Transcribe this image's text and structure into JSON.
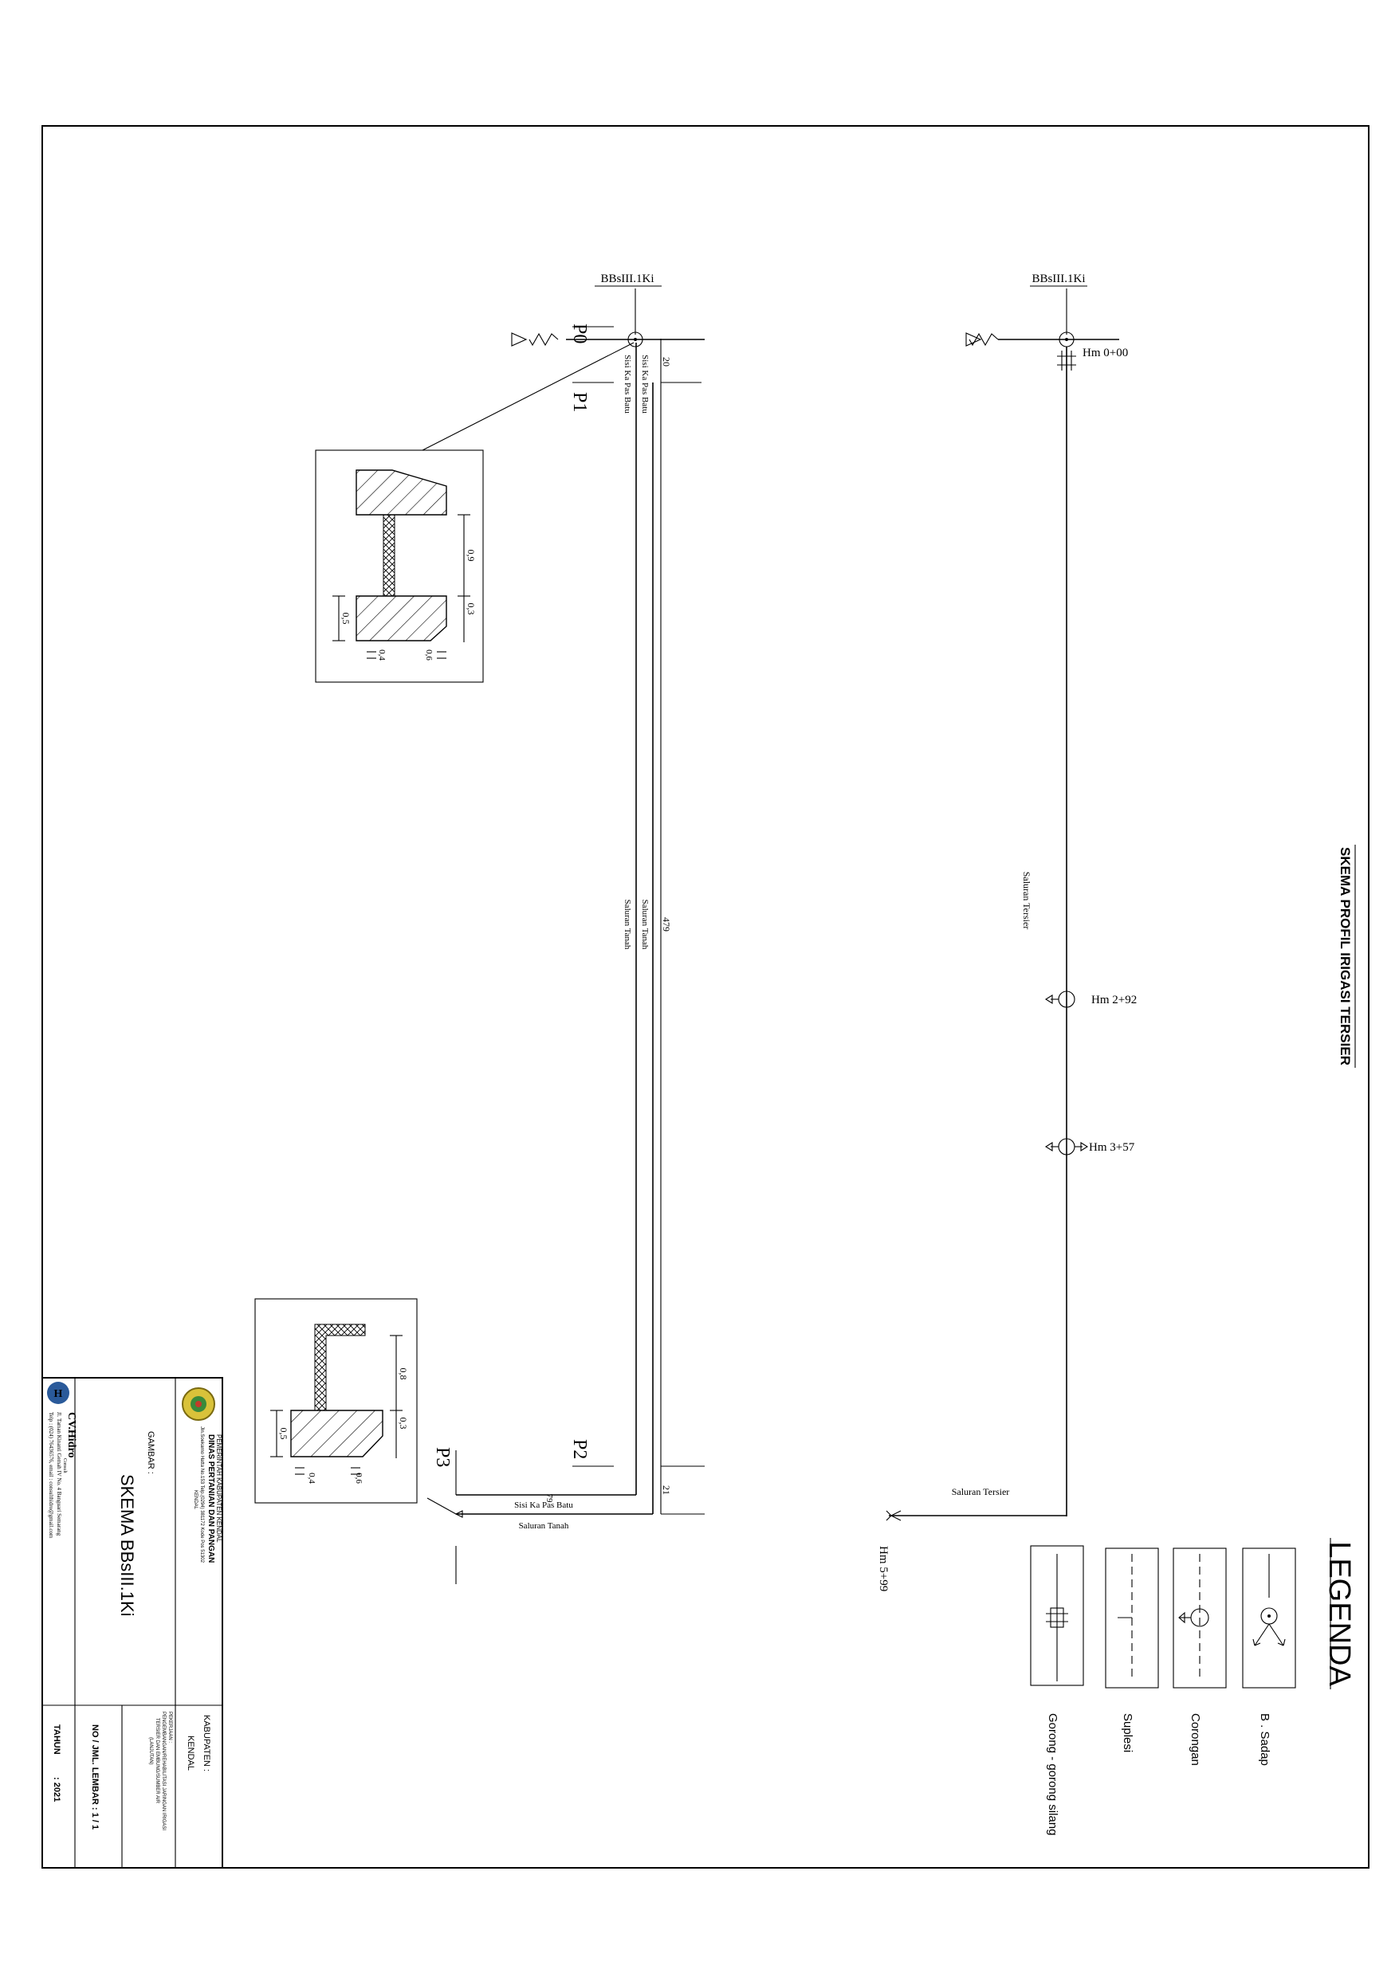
{
  "drawing_title": "SKEMA PROFIL IRIGASI TERSIER",
  "legend": {
    "title": "LEGENDA",
    "items": [
      {
        "symbol": "sadap-symbol",
        "label": "B . Sadap"
      },
      {
        "symbol": "corongan-symbol",
        "label": "Corongan"
      },
      {
        "symbol": "suplesi-symbol",
        "label": "Suplesi"
      },
      {
        "symbol": "gorong-symbol",
        "label": "Gorong - gorong  silang"
      }
    ]
  },
  "profile": {
    "header_label": "BBsIII.1Ki",
    "hm_start": "Hm 0+00",
    "hm_2": "Hm 2+92",
    "hm_3": "Hm 3+57",
    "hm_end": "Hm 5+99",
    "channel_label_top": "Saluran Tersier",
    "channel_label_bottom": "Saluran Tersier"
  },
  "schema": {
    "header_label": "BBsIII.1Ki",
    "points": [
      "P0",
      "P1",
      "P2",
      "P3"
    ],
    "dim_top": "20",
    "dim_middle": "479",
    "dim_bottom": "21",
    "dim_end": "79",
    "label_pas_batu_vertical": "Sisi Ka Pas Batu",
    "label_pas_batu_vertical_2": "Sisi Ka Pas Batu",
    "label_saluran_tanah_1": "Saluran Tanah",
    "label_saluran_tanah_2": "Saluran Tanah",
    "label_pas_batu_bottom": "Sisi Ka Pas Batu",
    "label_saluran_tanah_bottom": "Saluran Tanah"
  },
  "section_top": {
    "dims": [
      "0,9",
      "0,3",
      "0,5",
      "0,6",
      "0,4"
    ]
  },
  "section_bottom": {
    "dims": [
      "0,8",
      "0,3",
      "0,5",
      "0,6",
      "0,4"
    ]
  },
  "title_block": {
    "agency_line1": "PEMERINTAH KABUPATEN KENDAL",
    "agency_line2": "DINAS PERTANIAN DAN PANGAN",
    "agency_line3": "Jln.Soekarno Hatta No.153 Telp.(0294) 381172 Kode Pos 51302",
    "agency_line4": "KENDAL",
    "kabupaten_label": "KABUPATEN :",
    "kabupaten_value": "KENDAL",
    "pekerjaan_label": "PEKERJAAN :",
    "pekerjaan_line1": "PENGEMBANGAN/REHABILITASI JARINGAN IRIGASI",
    "pekerjaan_line2": "TERSIER DAN EMBUNG/SUMBER AIR",
    "pekerjaan_line3": "(LANJUTAN)",
    "gambar_label": "GAMBAR :",
    "gambar_value": "SKEMA BBsIII.1Ki",
    "sheet_label": "NO / JML. LEMBAR :  1 / 1",
    "year_label": "TAHUN",
    "year_value": ":  2021",
    "consultant_name": "CV.Hidro",
    "consultant_tag": "Consult",
    "consultant_address": "Jl. Taman Kinanti Gemah IV No. 4 Banguari Semarang",
    "consultant_contact": "Telp : (024) 76436576, email : consulthidro@gmail.com"
  }
}
